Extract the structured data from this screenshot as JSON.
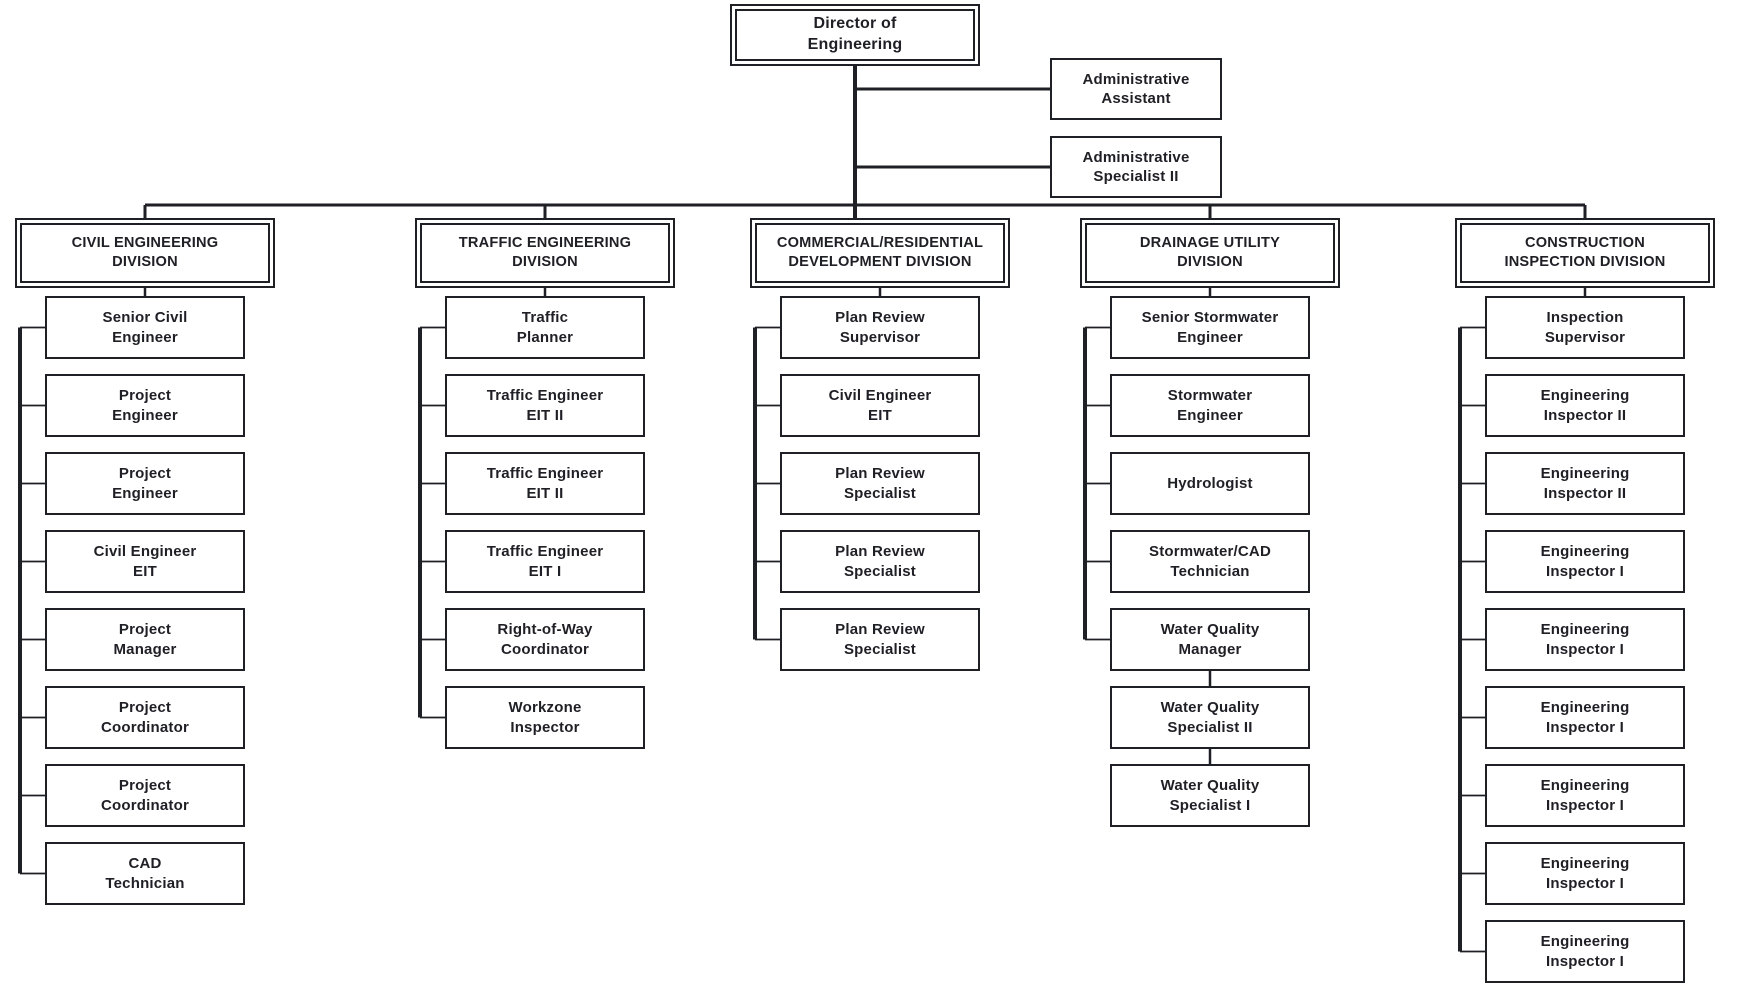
{
  "root": {
    "label": "Director of\nEngineering"
  },
  "assistants": [
    {
      "label": "Administrative\nAssistant"
    },
    {
      "label": "Administrative\nSpecialist II"
    }
  ],
  "divisions": [
    {
      "title": "CIVIL ENGINEERING\nDIVISION",
      "bracket_count": 8,
      "roles": [
        "Senior Civil\nEngineer",
        "Project\nEngineer",
        "Project\nEngineer",
        "Civil Engineer\nEIT",
        "Project\nManager",
        "Project\nCoordinator",
        "Project\nCoordinator",
        "CAD\nTechnician"
      ]
    },
    {
      "title": "TRAFFIC ENGINEERING\nDIVISION",
      "bracket_count": 6,
      "roles": [
        "Traffic\nPlanner",
        "Traffic Engineer\nEIT II",
        "Traffic Engineer\nEIT II",
        "Traffic Engineer\nEIT I",
        "Right-of-Way\nCoordinator",
        "Workzone\nInspector"
      ]
    },
    {
      "title": "COMMERCIAL/RESIDENTIAL\nDEVELOPMENT DIVISION",
      "bracket_count": 5,
      "roles": [
        "Plan Review\nSupervisor",
        "Civil Engineer\nEIT",
        "Plan Review\nSpecialist",
        "Plan Review\nSpecialist",
        "Plan Review\nSpecialist"
      ]
    },
    {
      "title": "DRAINAGE UTILITY\nDIVISION",
      "bracket_count": 5,
      "roles": [
        "Senior Stormwater\nEngineer",
        "Stormwater\nEngineer",
        "Hydrologist",
        "Stormwater/CAD\nTechnician",
        "Water Quality\nManager",
        "Water Quality\nSpecialist II",
        "Water Quality\nSpecialist I"
      ]
    },
    {
      "title": "CONSTRUCTION\nINSPECTION DIVISION",
      "bracket_count": 9,
      "roles": [
        "Inspection\nSupervisor",
        "Engineering\nInspector II",
        "Engineering\nInspector II",
        "Engineering\nInspector I",
        "Engineering\nInspector I",
        "Engineering\nInspector I",
        "Engineering\nInspector I",
        "Engineering\nInspector I",
        "Engineering\nInspector I"
      ]
    }
  ],
  "colors": {
    "line": "#1f1f26",
    "text": "#1f1f26",
    "box_fill": "#ffffff",
    "background": "#ffffff"
  }
}
